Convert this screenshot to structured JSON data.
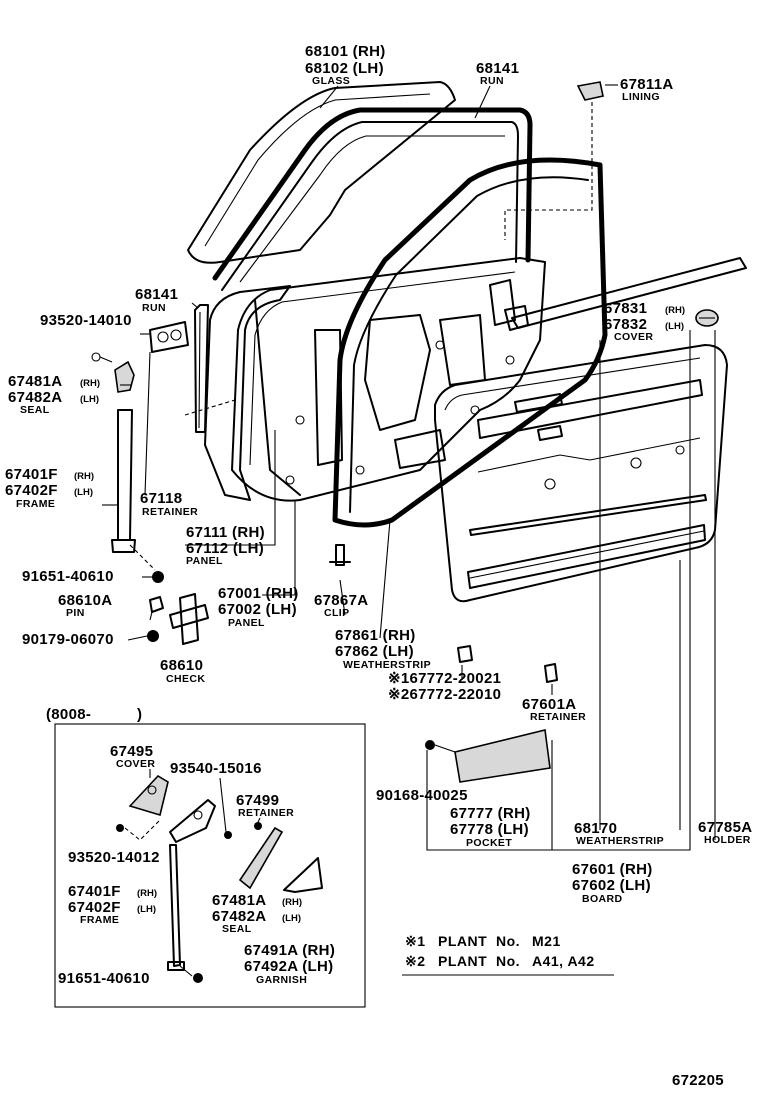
{
  "diagram_code": "672205",
  "callouts": {
    "glass": {
      "pn1": "68101 (RH)",
      "pn2": "68102 (LH)",
      "name": "GLASS"
    },
    "run_upper": {
      "pn": "68141",
      "name": "RUN"
    },
    "lining": {
      "pn": "67811A",
      "name": "LINING"
    },
    "run_lower": {
      "pn": "68141",
      "name": "RUN"
    },
    "bolt_93520_14010": {
      "pn": "93520-14010"
    },
    "seal": {
      "pn1": "67481A",
      "sub1": "(RH)",
      "pn2": "67482A",
      "sub2": "(LH)",
      "name": "SEAL"
    },
    "frame": {
      "pn1": "67401F",
      "sub1": "(RH)",
      "pn2": "67402F",
      "sub2": "(LH)",
      "name": "FRAME"
    },
    "retainer_67118": {
      "pn": "67118",
      "name": "RETAINER"
    },
    "panel_inner": {
      "pn1": "67111 (RH)",
      "pn2": "67112 (LH)",
      "name": "PANEL"
    },
    "bolt_91651_40610": {
      "pn": "91651-40610"
    },
    "pin": {
      "pn": "68610A",
      "name": "PIN"
    },
    "panel_door": {
      "pn1": "67001 (RH)",
      "pn2": "67002 (LH)",
      "name": "PANEL"
    },
    "clip": {
      "pn": "67867A",
      "name": "CLIP"
    },
    "bolt_90179_06070": {
      "pn": "90179-06070"
    },
    "check": {
      "pn": "68610",
      "name": "CHECK"
    },
    "weatherstrip_door": {
      "pn1": "67861 (RH)",
      "pn2": "67862 (LH)",
      "name": "WEATHERSTRIP"
    },
    "clip_plant1": {
      "pn": "※167772-20021"
    },
    "clip_plant2": {
      "pn": "※267772-22010"
    },
    "cover_upper": {
      "pn1": "67831",
      "sub1": "(RH)",
      "pn2": "67832",
      "sub2": "(LH)",
      "name": "COVER"
    },
    "retainer_67601a": {
      "pn": "67601A",
      "name": "RETAINER"
    },
    "screw_90168_40025": {
      "pn": "90168-40025"
    },
    "pocket": {
      "pn1": "67777 (RH)",
      "pn2": "67778 (LH)",
      "name": "POCKET"
    },
    "weatherstrip_belt": {
      "pn": "68170",
      "name": "WEATHERSTRIP"
    },
    "holder": {
      "pn": "67785A",
      "name": "HOLDER"
    },
    "board": {
      "pn1": "67601 (RH)",
      "pn2": "67602 (LH)",
      "name": "BOARD"
    }
  },
  "inset": {
    "header": "(8008-　　　)",
    "cover": {
      "pn": "67495",
      "name": "COVER"
    },
    "screw_93540_15016": {
      "pn": "93540-15016"
    },
    "retainer": {
      "pn": "67499",
      "name": "RETAINER"
    },
    "bolt_93520_14012": {
      "pn": "93520-14012"
    },
    "frame": {
      "pn1": "67401F",
      "sub1": "(RH)",
      "pn2": "67402F",
      "sub2": "(LH)",
      "name": "FRAME"
    },
    "seal": {
      "pn1": "67481A",
      "sub1": "(RH)",
      "pn2": "67482A",
      "sub2": "(LH)",
      "name": "SEAL"
    },
    "garnish": {
      "pn1": "67491A (RH)",
      "pn2": "67492A (LH)",
      "name": "GARNISH"
    },
    "bolt_91651_40610": {
      "pn": "91651-40610"
    }
  },
  "notes": [
    {
      "mark": "※1",
      "label": "PLANT",
      "no": "No.",
      "value": "M21"
    },
    {
      "mark": "※2",
      "label": "PLANT",
      "no": "No.",
      "value": "A41, A42"
    }
  ]
}
